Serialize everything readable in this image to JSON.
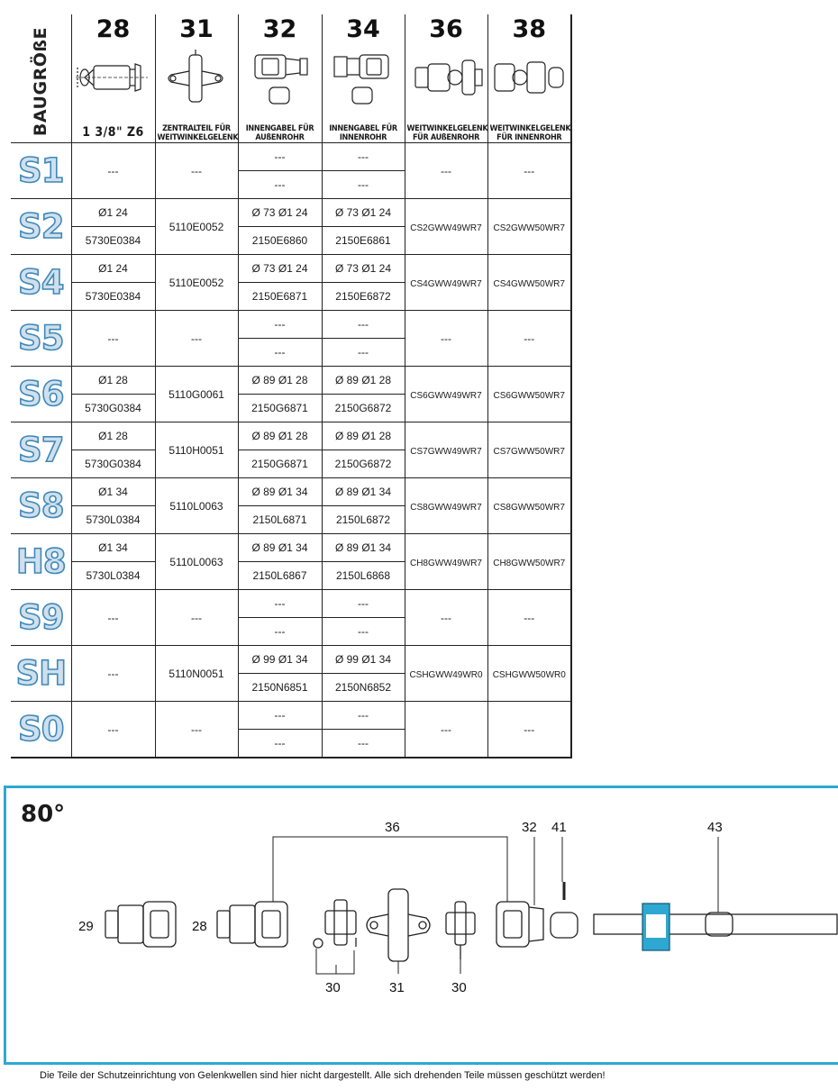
{
  "table": {
    "header_title": "BAUGRÖßE",
    "columns": [
      {
        "number": "28",
        "label": "1 3/8\" Z6",
        "dim": "Ø1"
      },
      {
        "number": "31",
        "label": "ZENTRALTEIL FÜR WEITWINKELGELENK"
      },
      {
        "number": "32",
        "label": "INNENGABEL FÜR AUßENROHR",
        "dim": "Ø1"
      },
      {
        "number": "34",
        "label": "INNENGABEL FÜR INNENROHR",
        "dim": "Ø1"
      },
      {
        "number": "36",
        "label": "WEITWINKELGELENK FÜR AUßENROHR"
      },
      {
        "number": "38",
        "label": "WEITWINKELGELENK FÜR INNENROHR"
      }
    ],
    "rows": [
      {
        "size": "S1",
        "c28": {
          "single": "---"
        },
        "c31": "---",
        "c32": {
          "top": "---",
          "bot": "---"
        },
        "c34": {
          "top": "---",
          "bot": "---"
        },
        "c36": "---",
        "c38": "---"
      },
      {
        "size": "S2",
        "c28": {
          "top": "Ø1 24",
          "bot": "5730E0384"
        },
        "c31": "5110E0052",
        "c32": {
          "top": "Ø 73 Ø1 24",
          "bot": "2150E6860"
        },
        "c34": {
          "top": "Ø 73 Ø1 24",
          "bot": "2150E6861"
        },
        "c36": "CS2GWW49WR7",
        "c38": "CS2GWW50WR7"
      },
      {
        "size": "S4",
        "c28": {
          "top": "Ø1 24",
          "bot": "5730E0384"
        },
        "c31": "5110E0052",
        "c32": {
          "top": "Ø 73  Ø1 24",
          "bot": "2150E6871"
        },
        "c34": {
          "top": "Ø 73  Ø1 24",
          "bot": "2150E6872"
        },
        "c36": "CS4GWW49WR7",
        "c38": "CS4GWW50WR7"
      },
      {
        "size": "S5",
        "c28": {
          "single": "---"
        },
        "c31": "---",
        "c32": {
          "top": "---",
          "bot": "---"
        },
        "c34": {
          "top": "---",
          "bot": "---"
        },
        "c36": "---",
        "c38": "---"
      },
      {
        "size": "S6",
        "c28": {
          "top": "Ø1 28",
          "bot": "5730G0384"
        },
        "c31": "5110G0061",
        "c32": {
          "top": "Ø 89  Ø1 28",
          "bot": "2150G6871"
        },
        "c34": {
          "top": "Ø 89  Ø1 28",
          "bot": "2150G6872"
        },
        "c36": "CS6GWW49WR7",
        "c38": "CS6GWW50WR7"
      },
      {
        "size": "S7",
        "c28": {
          "top": "Ø1 28",
          "bot": "5730G0384"
        },
        "c31": "5110H0051",
        "c32": {
          "top": "Ø 89  Ø1 28",
          "bot": "2150G6871"
        },
        "c34": {
          "top": "Ø 89  Ø1 28",
          "bot": "2150G6872"
        },
        "c36": "CS7GWW49WR7",
        "c38": "CS7GWW50WR7"
      },
      {
        "size": "S8",
        "c28": {
          "top": "Ø1 34",
          "bot": "5730L0384"
        },
        "c31": "5110L0063",
        "c32": {
          "top": "Ø 89  Ø1 34",
          "bot": "2150L6871"
        },
        "c34": {
          "top": "Ø 89  Ø1 34",
          "bot": "2150L6872"
        },
        "c36": "CS8GWW49WR7",
        "c38": "CS8GWW50WR7"
      },
      {
        "size": "H8",
        "c28": {
          "top": "Ø1 34",
          "bot": "5730L0384"
        },
        "c31": "5110L0063",
        "c32": {
          "top": "Ø 89  Ø1 34",
          "bot": "2150L6867"
        },
        "c34": {
          "top": "Ø 89  Ø1 34",
          "bot": "2150L6868"
        },
        "c36": "CH8GWW49WR7",
        "c38": "CH8GWW50WR7"
      },
      {
        "size": "S9",
        "c28": {
          "single": "---"
        },
        "c31": "---",
        "c32": {
          "top": "---",
          "bot": "---"
        },
        "c34": {
          "top": "---",
          "bot": "---"
        },
        "c36": "---",
        "c38": "---"
      },
      {
        "size": "SH",
        "c28": {
          "single": "---"
        },
        "c31": "5110N0051",
        "c32": {
          "top": "Ø 99 Ø1 34",
          "bot": "2150N6851"
        },
        "c34": {
          "top": "Ø 99 Ø1 34",
          "bot": "2150N6852"
        },
        "c36": "CSHGWW49WR0",
        "c38": "CSHGWW50WR0"
      },
      {
        "size": "S0",
        "c28": {
          "single": "---"
        },
        "c31": "---",
        "c32": {
          "top": "---",
          "bot": "---"
        },
        "c34": {
          "top": "---",
          "bot": "---"
        },
        "c36": "---",
        "c38": "---"
      }
    ]
  },
  "exploded_view": {
    "angle": "80°",
    "callouts": [
      "29",
      "28",
      "30",
      "31",
      "30",
      "36",
      "32",
      "41",
      "43"
    ]
  },
  "footer_note": "Die Teile der Schutzeinrichtung von Gelenkwellen sind hier nicht dargestellt. Alle sich drehenden Teile müssen geschützt werden!",
  "colors": {
    "size_fill": "#cfe0ec",
    "size_stroke": "#3f88bb",
    "frame_accent": "#2ea8d2"
  }
}
